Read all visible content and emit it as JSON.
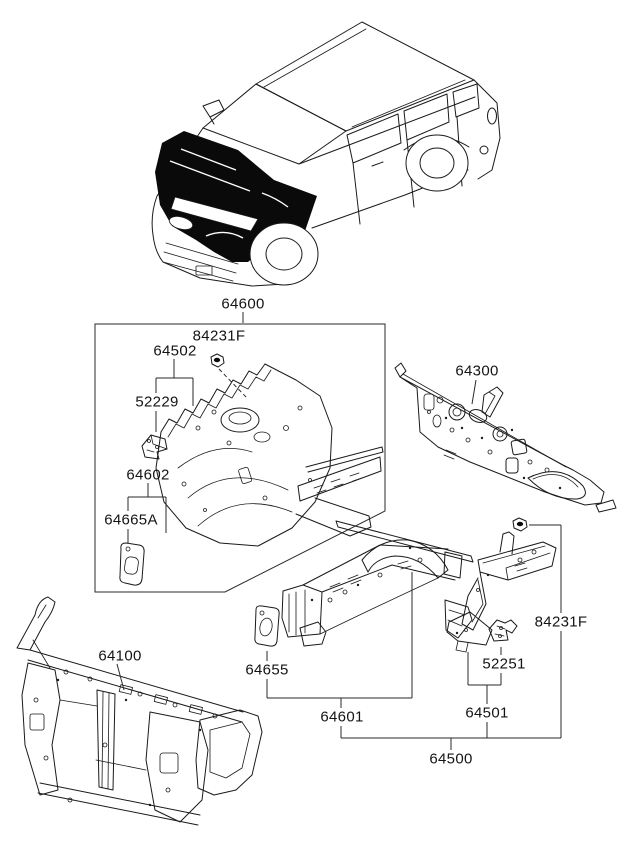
{
  "diagram": {
    "type": "vehicle-body-parts-exploded-diagram",
    "background": "#ffffff",
    "line_color": "#1a1a1a",
    "highlight_color": "#0a0a0a",
    "vehicle_thumbnail": "suv-front-three-quarter-view-engine-bay-highlighted",
    "labels": {
      "assembly_box": "64600",
      "grommet_top": "84231F",
      "apron_panel": "64502",
      "bracket_small": "52229",
      "member_front_lh": "64602",
      "gasket_lh": "64665A",
      "dash_panel": "64300",
      "radiator_support": "64100",
      "gasket_rh": "64655",
      "member_assy_lh": "64601",
      "bracket_mounting": "52251",
      "member_assy_rh": "64501",
      "grommet_rh": "84231F",
      "member_pair_set": "64500"
    }
  }
}
